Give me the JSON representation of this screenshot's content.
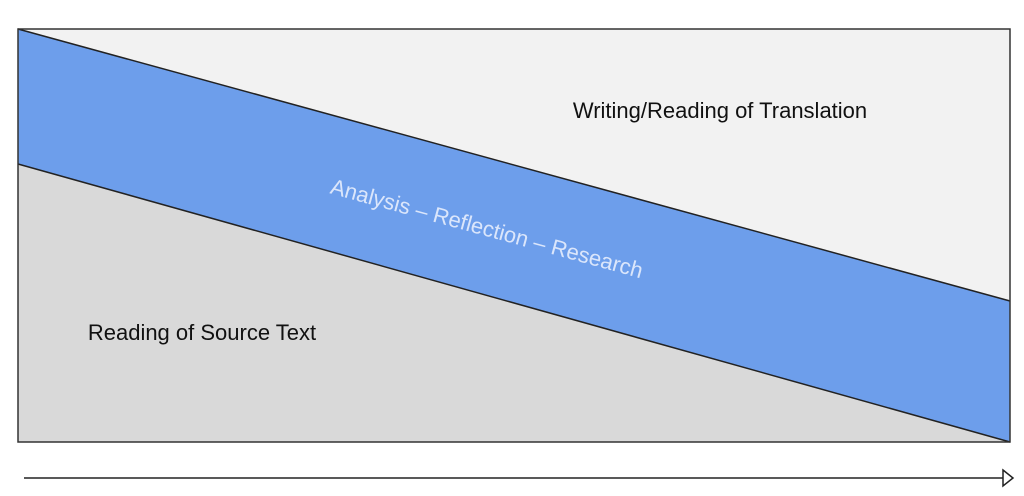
{
  "labels": {
    "top_region": "Writing/Reading of Translation",
    "middle_band": "Analysis – Reflection – Research",
    "bottom_region": "Reading of Source Text"
  },
  "colors": {
    "top_fill": "#f2f2f2",
    "band_fill": "#6d9eeb",
    "bottom_fill": "#d9d9d9",
    "band_text": "#dbe6fb",
    "outline": "#222222"
  }
}
